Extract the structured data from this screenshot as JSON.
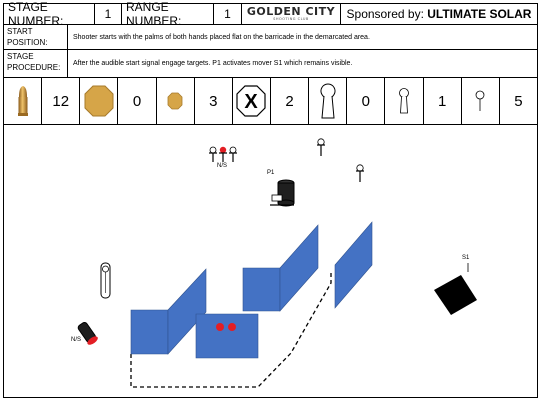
{
  "header": {
    "stage_number_label": "STAGE NUMBER:",
    "stage_number": "1",
    "range_number_label": "RANGE NUMBER:",
    "range_number": "1",
    "logo_text": "GOLDEN CITY",
    "logo_subtext": "SHOOTING CLUB",
    "sponsor_label": "Sponsored by:",
    "sponsor_name": "ULTIMATE SOLAR"
  },
  "start_position": {
    "label": "START POSITION:",
    "text": "Shooter starts with the palms of both hands placed flat on the barricade in the demarcated area."
  },
  "stage_procedure": {
    "label": "STAGE PROCEDURE:",
    "text": "After the audible start signal engage targets. P1 activates mover S1 which remains visible."
  },
  "counts": {
    "rounds": "12",
    "paper_targets": "0",
    "mini_paper_targets": "3",
    "no_shoot": "2",
    "poppers": "0",
    "mini_poppers": "1",
    "plates": "5"
  },
  "diagram": {
    "ns_label_top": "N/S",
    "p1_label": "P1",
    "s1_label": "S1",
    "ns_label_left": "N/S"
  },
  "colors": {
    "barrier": "#4472c4",
    "barrier_edge": "#2f528f",
    "no_shoot": "#e31e24",
    "bullet_brass": "#c9953c",
    "paper_target": "#d4a44a"
  }
}
